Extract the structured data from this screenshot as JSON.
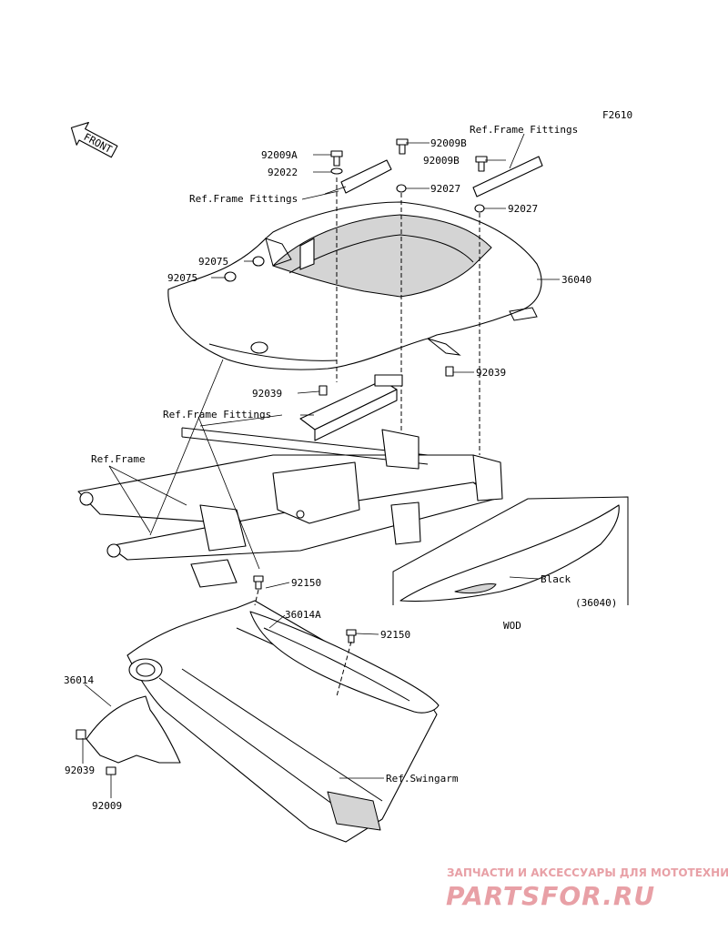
{
  "figure_code": "F2610",
  "front_indicator": "FRONT",
  "parts": {
    "p92009A": "92009A",
    "p92009B_1": "92009B",
    "p92009B_2": "92009B",
    "p92022": "92022",
    "p92027_1": "92027",
    "p92027_2": "92027",
    "p92075_1": "92075",
    "p92075_2": "92075",
    "p36040": "36040",
    "p92039_1": "92039",
    "p92039_2": "92039",
    "p92039_3": "92039",
    "p92150_1": "92150",
    "p92150_2": "92150",
    "p36014A": "36014A",
    "p36014": "36014",
    "p92009": "92009",
    "p36040_variant": "(36040)"
  },
  "references": {
    "frame_fittings_1": "Ref.Frame Fittings",
    "frame_fittings_2": "Ref.Frame Fittings",
    "frame_fittings_3": "Ref.Frame Fittings",
    "frame": "Ref.Frame",
    "swingarm": "Ref.Swingarm"
  },
  "variant": {
    "color_label": "Black",
    "region_code": "WOD"
  },
  "watermark": {
    "tagline": "ЗАПЧАСТИ И АКСЕССУАРЫ ДЛЯ МОТОТЕХНИКИ",
    "brand": "PARTSFOR.RU",
    "color": "#e8a0a6"
  }
}
